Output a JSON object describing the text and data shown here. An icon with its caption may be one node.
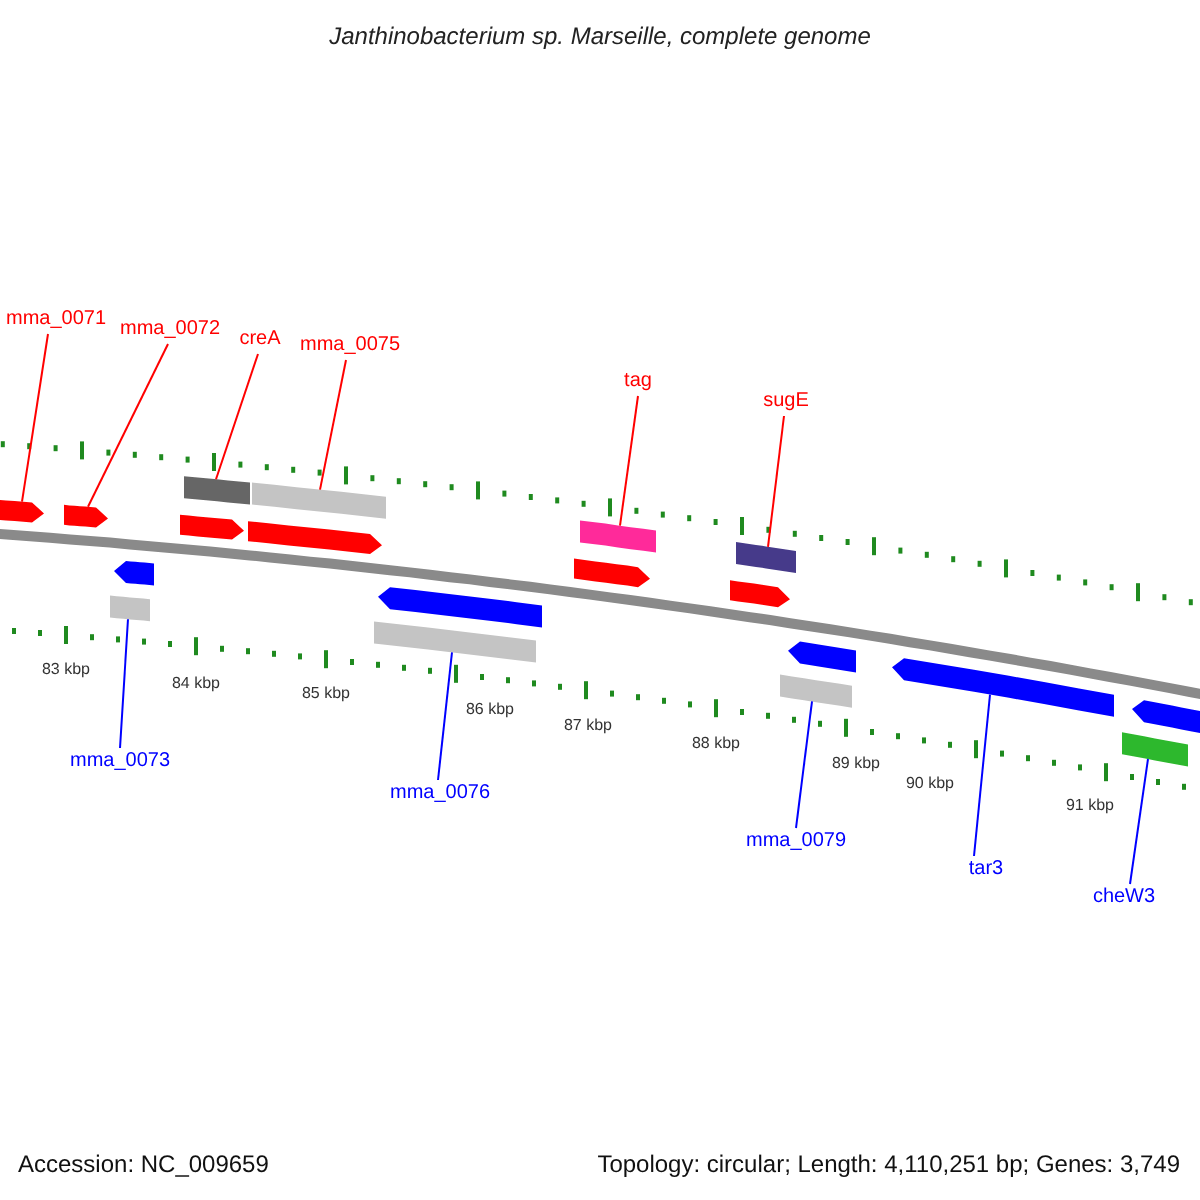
{
  "diagram": {
    "title": "Janthinobacterium sp. Marseille, complete genome",
    "nodes": [
      {
        "text": [
          "mma_0071"
        ]
      },
      {
        "text": [
          "mma_0072"
        ]
      },
      {
        "text": [
          "creA"
        ]
      },
      {
        "text": [
          "mma_0075"
        ]
      },
      {
        "text": [
          "tag"
        ]
      },
      {
        "text": [
          "sugE"
        ]
      },
      {
        "text": [
          "mma_0073"
        ]
      },
      {
        "text": [
          "mma_0076"
        ]
      },
      {
        "text": [
          "mma_0079"
        ]
      },
      {
        "text": [
          "tar3"
        ]
      },
      {
        "text": [
          "cheW3"
        ]
      },
      {
        "text": [],
        "shape": "arrow"
      },
      {
        "text": [],
        "shape": "arrow"
      },
      {
        "text": [],
        "shape": "box"
      },
      {
        "text": [],
        "shape": "box"
      },
      {
        "text": [],
        "shape": "box"
      },
      {
        "text": [],
        "shape": "box"
      },
      {
        "text": [],
        "shape": "box"
      },
      {
        "text": [],
        "shape": "box"
      },
      {
        "text": [],
        "shape": "box"
      },
      {
        "text": [],
        "shape": "arrow"
      },
      {
        "text": [],
        "shape": "box"
      },
      {
        "text": [],
        "shape": "arrow"
      },
      {
        "text": [],
        "shape": "arrow"
      },
      {
        "text": [],
        "shape": "arrow"
      },
      {
        "text": [],
        "shape": "arrow"
      },
      {
        "text": [],
        "shape": "arrow"
      },
      {
        "text": [],
        "shape": "arrow"
      },
      {
        "text": [],
        "shape": "arrow"
      },
      {
        "text": [],
        "shape": "arrow"
      }
    ],
    "edges": [
      {
        "from": 0,
        "to": 11,
        "arrow": "none"
      },
      {
        "from": 1,
        "to": 12,
        "arrow": "none"
      },
      {
        "from": 2,
        "to": 13,
        "arrow": "none"
      },
      {
        "from": 3,
        "to": 14,
        "arrow": "none"
      },
      {
        "from": 4,
        "to": 15,
        "arrow": "none"
      },
      {
        "from": 5,
        "to": 16,
        "arrow": "none"
      },
      {
        "from": 6,
        "to": 17,
        "arrow": "none",
        "color": "#0000ff"
      },
      {
        "from": 7,
        "to": 18,
        "arrow": "none",
        "color": "#0000ff"
      },
      {
        "from": 8,
        "to": 19,
        "arrow": "none",
        "color": "#0000ff"
      },
      {
        "from": 9,
        "to": 20,
        "arrow": "none",
        "color": "#0000ff"
      },
      {
        "from": 10,
        "to": 21,
        "arrow": "none",
        "color": "#0000ff"
      }
    ],
    "labels": [
      "83 kbp",
      "84 kbp",
      "85 kbp",
      "86 kbp",
      "87 kbp",
      "88 kbp",
      "89 kbp",
      "90 kbp",
      "91 kbp",
      "Accession: NC_009659",
      "Topology: circular; Length: 4,110,251 bp; Genes: 3,749"
    ]
  }
}
